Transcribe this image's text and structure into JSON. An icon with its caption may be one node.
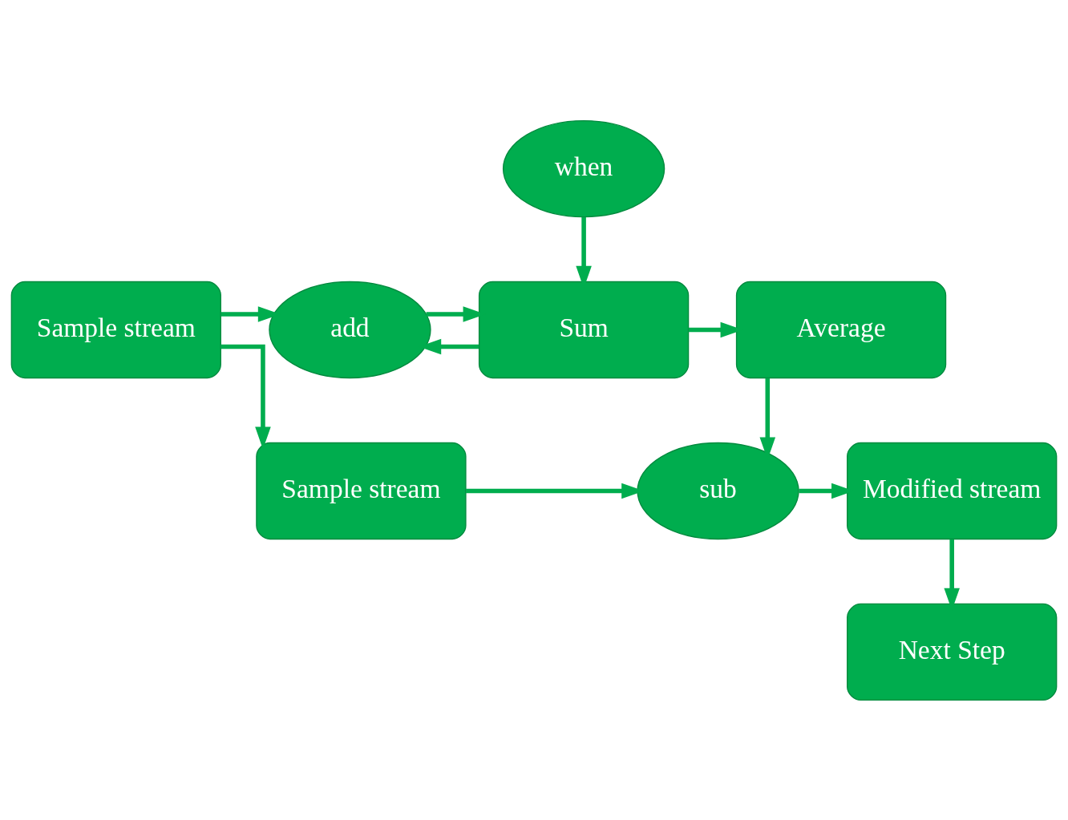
{
  "diagram": {
    "nodes": [
      {
        "text": [
          "when"
        ]
      },
      {
        "text": [
          "Sample stream"
        ]
      },
      {
        "text": [
          "add"
        ]
      },
      {
        "text": [
          "Sum"
        ]
      },
      {
        "text": [
          "Average"
        ]
      },
      {
        "text": [
          "Sample stream"
        ]
      },
      {
        "text": [
          "sub"
        ]
      },
      {
        "text": [
          "Modified stream"
        ]
      },
      {
        "text": [
          "Next Step"
        ]
      }
    ],
    "edges": [
      {
        "from": 0,
        "to": 3,
        "arrow": "to"
      },
      {
        "from": 1,
        "to": 2,
        "arrow": "to"
      },
      {
        "from": 2,
        "to": 3,
        "arrow": "to"
      },
      {
        "from": 3,
        "to": 2,
        "arrow": "to"
      },
      {
        "from": 3,
        "to": 4,
        "arrow": "to"
      },
      {
        "from": 1,
        "to": 5,
        "arrow": "to"
      },
      {
        "from": 4,
        "to": 6,
        "arrow": "to"
      },
      {
        "from": 5,
        "to": 6,
        "arrow": "to"
      },
      {
        "from": 6,
        "to": 7,
        "arrow": "to"
      },
      {
        "from": 7,
        "to": 8,
        "arrow": "to"
      }
    ]
  }
}
